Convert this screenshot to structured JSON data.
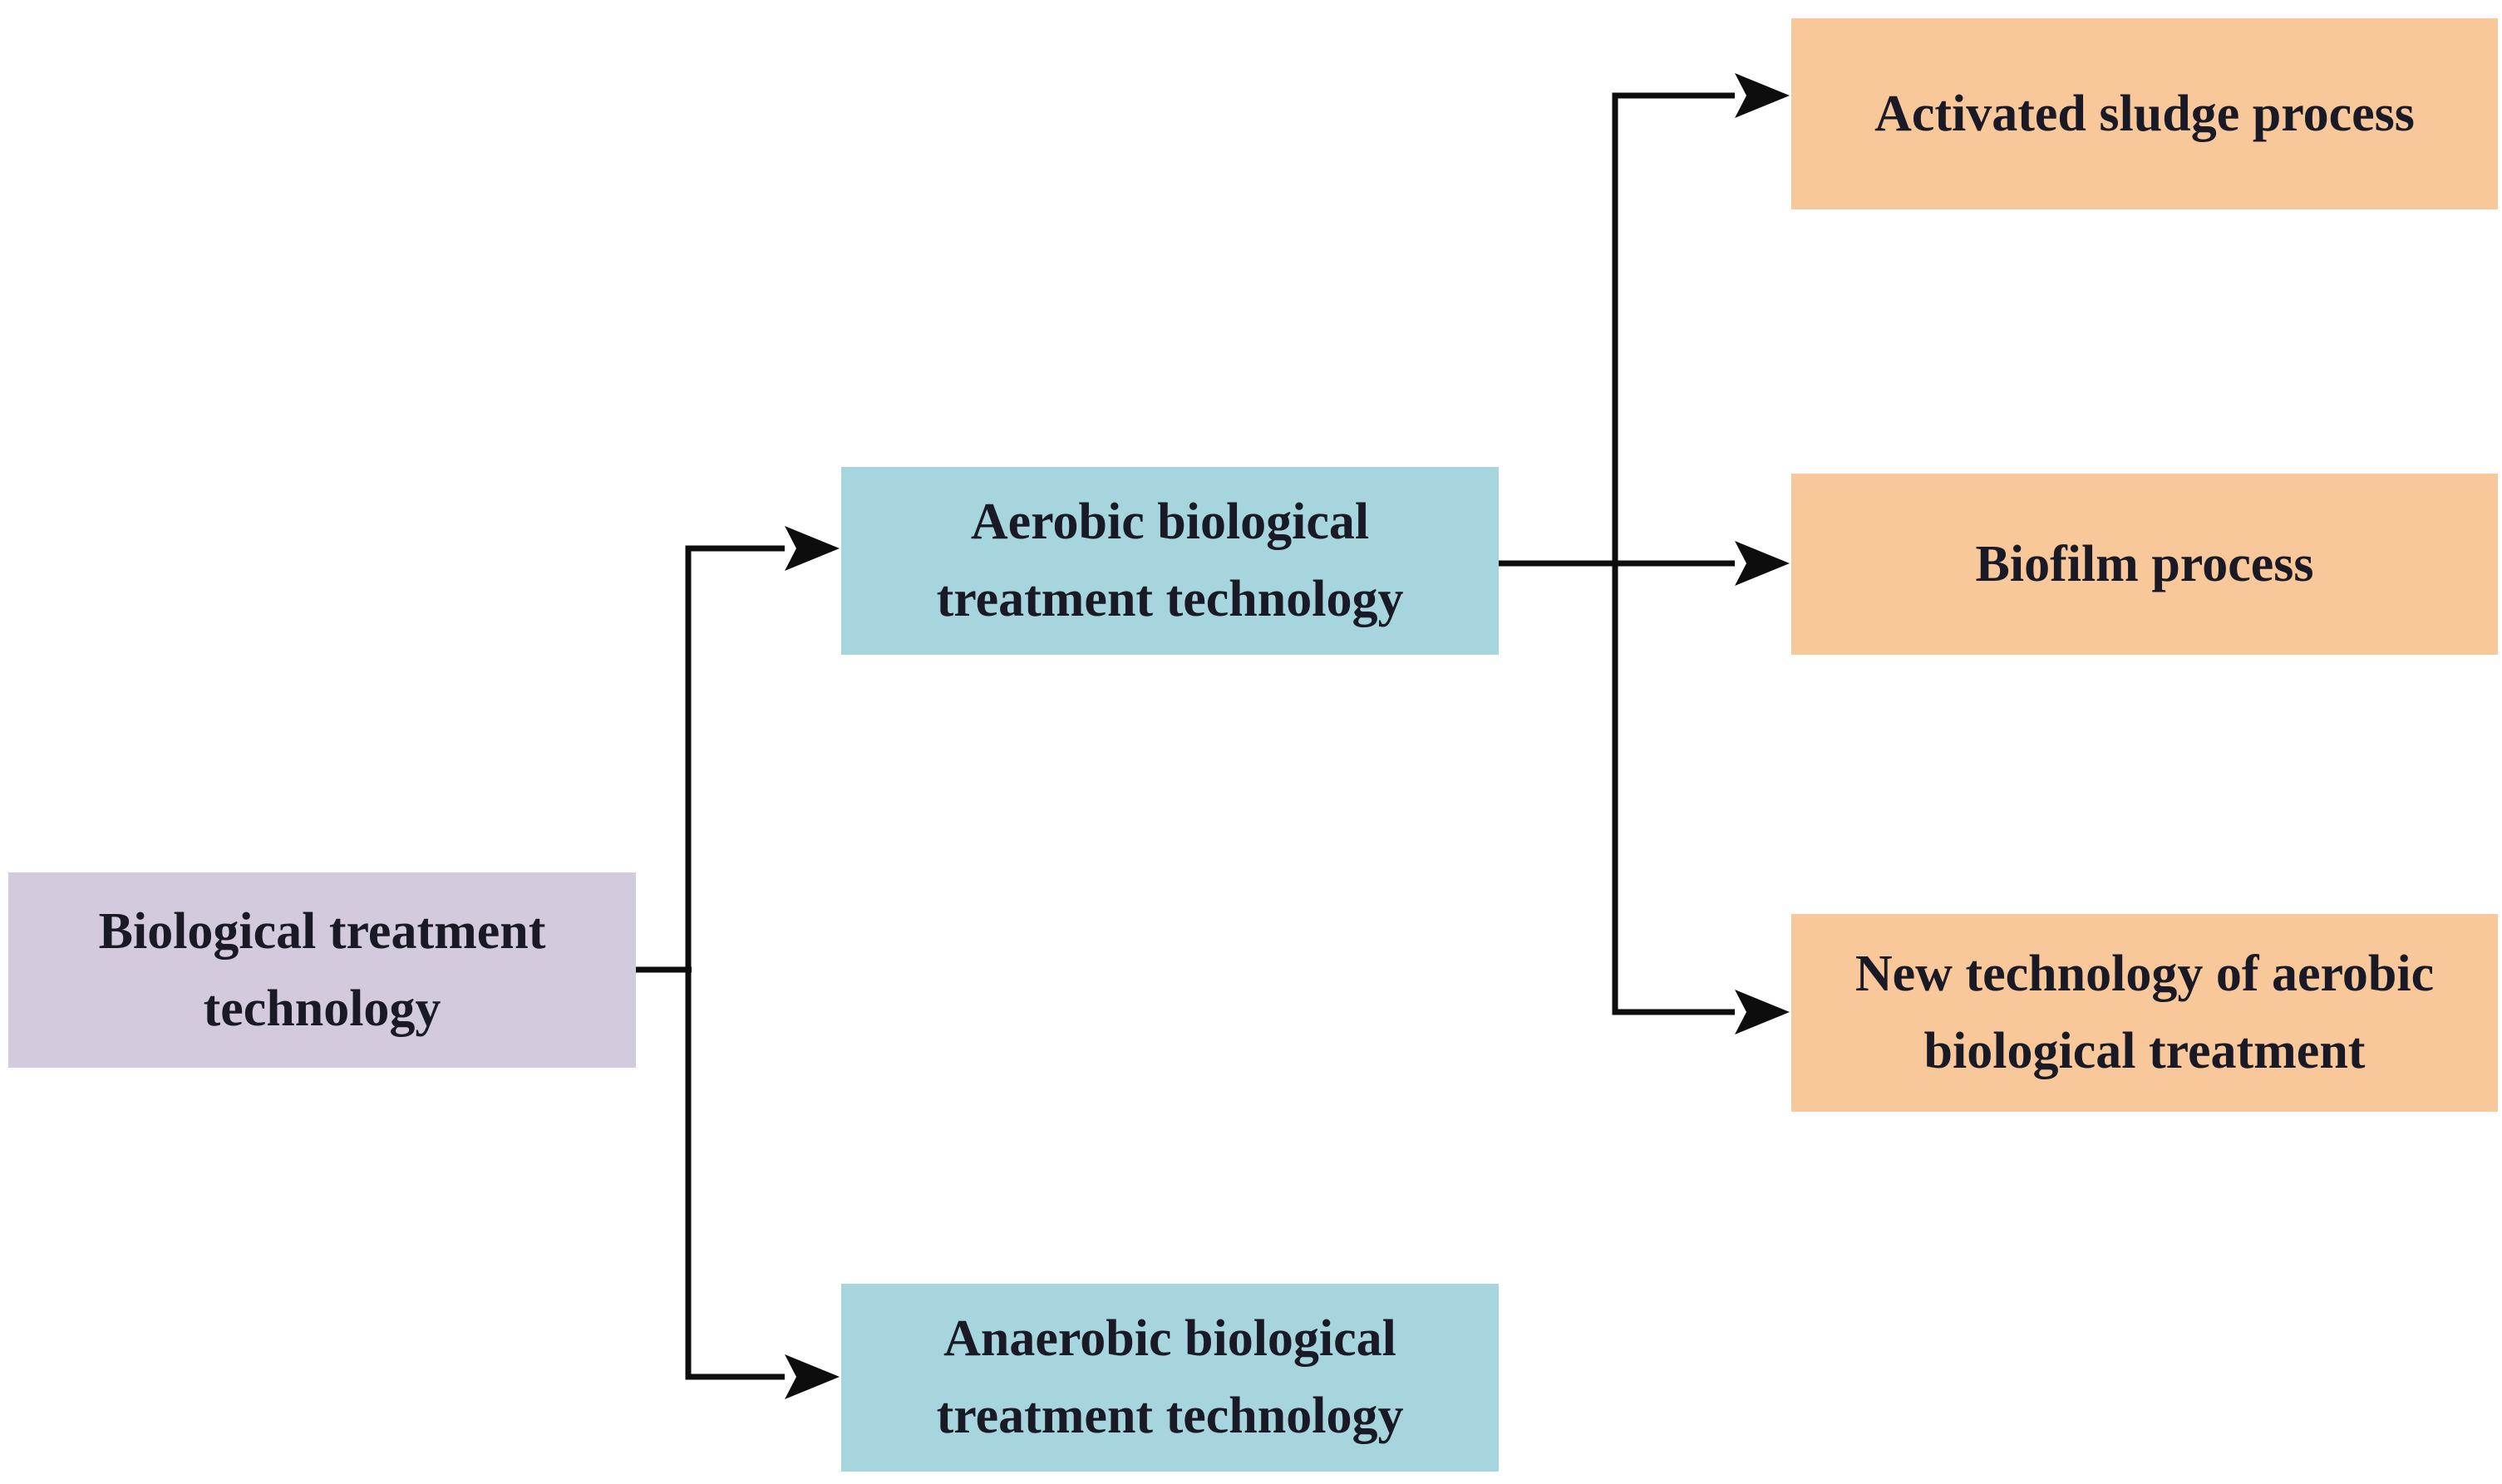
{
  "diagram": {
    "type": "flowchart",
    "root": {
      "id": "root",
      "label": "Biological treatment technology"
    },
    "level2": [
      {
        "id": "aerobic",
        "label": "Aerobic biological treatment technology"
      },
      {
        "id": "anaerobic",
        "label": "Anaerobic biological treatment technology"
      }
    ],
    "level3": [
      {
        "id": "activated-sludge",
        "label": "Activated sludge process"
      },
      {
        "id": "biofilm",
        "label": "Biofilm process"
      },
      {
        "id": "new-aerobic-tech",
        "label": "New technology of aerobic biological treatment"
      }
    ],
    "edges": [
      {
        "from": "root",
        "to": "aerobic"
      },
      {
        "from": "root",
        "to": "anaerobic"
      },
      {
        "from": "aerobic",
        "to": "activated-sludge"
      },
      {
        "from": "aerobic",
        "to": "biofilm"
      },
      {
        "from": "aerobic",
        "to": "new-aerobic-tech"
      }
    ],
    "colors": {
      "root_fill": "#d3cade",
      "level2_fill": "#a7d5de",
      "level3_fill": "#f8c79a",
      "connector": "#0d0d0d",
      "text": "#1a1a26"
    }
  }
}
